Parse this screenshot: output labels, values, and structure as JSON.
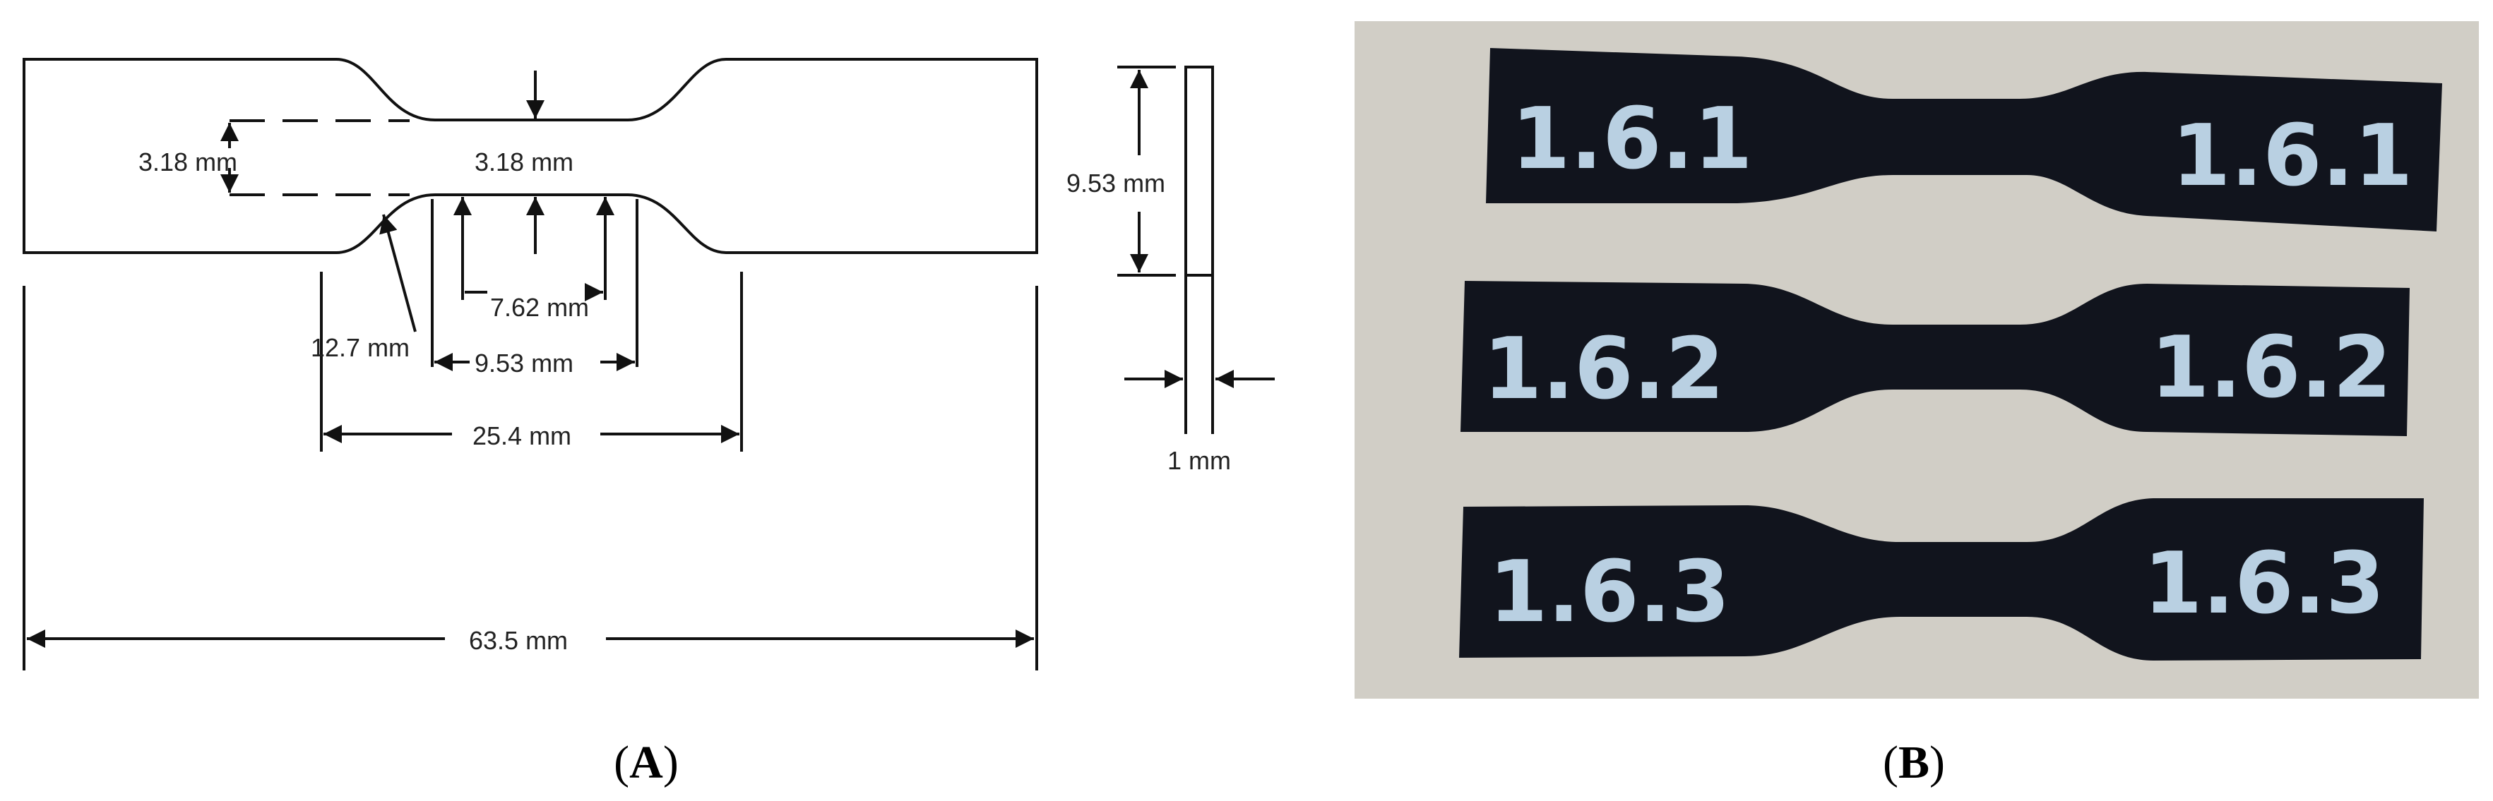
{
  "panel_a": {
    "caption_letter": "A",
    "dimensions": {
      "overall_length": "63.5 mm",
      "gauge_width": "3.18 mm",
      "grip_offset_width": "3.18 mm",
      "gauge_length_outer": "25.4 mm",
      "gauge_length_mid": "9.53 mm",
      "gauge_length_inner": "7.62 mm",
      "fillet_radius": "12.7 mm",
      "grip_width": "9.53 mm",
      "thickness": "1 mm"
    }
  },
  "panel_b": {
    "caption_letter": "B",
    "specimens": [
      {
        "left_label": "1.6.1",
        "right_label": "1.6.1"
      },
      {
        "left_label": "1.6.2",
        "right_label": "1.6.2"
      },
      {
        "left_label": "1.6.3",
        "right_label": "1.6.3"
      }
    ],
    "colors": {
      "background": "#d6d3cb",
      "specimen": "#11141d",
      "marker": "#b9d0e2"
    }
  }
}
